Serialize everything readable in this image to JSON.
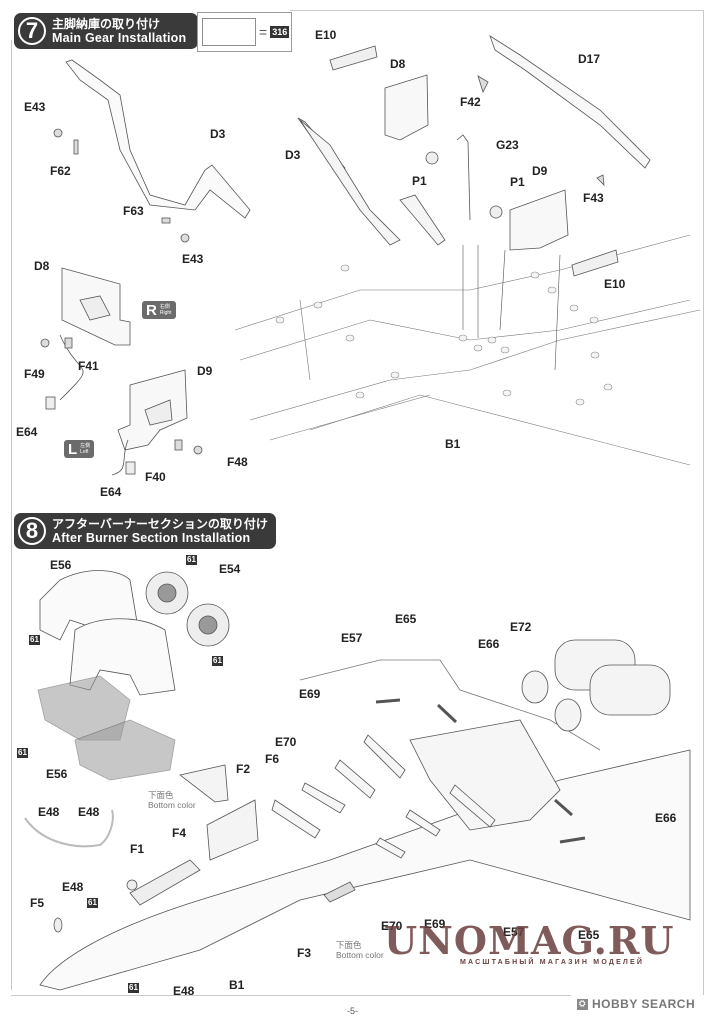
{
  "step7": {
    "number": "7",
    "title_jp": "主脚納庫の取り付け",
    "title_en": "Main Gear Installation",
    "paint_callout": {
      "equals": "=",
      "code": "316"
    },
    "side_badges": {
      "right": {
        "letter": "R",
        "jp": "右側",
        "en": "Right"
      },
      "left": {
        "letter": "L",
        "jp": "左側",
        "en": "Left"
      }
    },
    "labels": {
      "E43_a": "E43",
      "F62": "F62",
      "D3_a": "D3",
      "F63": "F63",
      "E43_b": "E43",
      "D8_a": "D8",
      "F49": "F49",
      "F41": "F41",
      "E64_a": "E64",
      "D9_a": "D9",
      "F40": "F40",
      "F48": "F48",
      "E64_b": "E64",
      "E10_a": "E10",
      "D8_b": "D8",
      "F42": "F42",
      "D17": "D17",
      "D3_b": "D3",
      "G23": "G23",
      "P1_a": "P1",
      "P1_b": "P1",
      "D9_b": "D9",
      "F43": "F43",
      "E10_b": "E10",
      "B1": "B1"
    }
  },
  "step8": {
    "number": "8",
    "title_jp": "アフターバーナーセクションの取り付け",
    "title_en": "After Burner Section Installation",
    "paint_code": "61",
    "bottom_color_jp": "下面色",
    "bottom_color_en": "Bottom color",
    "labels": {
      "E56_a": "E56",
      "E54": "E54",
      "E56_b": "E56",
      "E48_a": "E48",
      "E48_b": "E48",
      "F2": "F2",
      "F4": "F4",
      "F6": "F6",
      "F1": "F1",
      "E48_c": "E48",
      "F5": "F5",
      "E48_d": "E48",
      "B1": "B1",
      "F3": "F3",
      "E70_a": "E70",
      "E69_a": "E69",
      "E57_a": "E57",
      "E65_a": "E65",
      "E66_a": "E66",
      "E72": "E72",
      "E66_b": "E66",
      "E70_b": "E70",
      "E69_b": "E69",
      "E57_b": "E57",
      "E65_b": "E65"
    }
  },
  "footer": {
    "page_number": "-5-",
    "watermark": "UNOMAG.RU",
    "watermark_sub": "МАСШТАБНЫЙ МАГАЗИН МОДЕЛЕЙ",
    "source_brand": "HOBBY SEARCH"
  }
}
